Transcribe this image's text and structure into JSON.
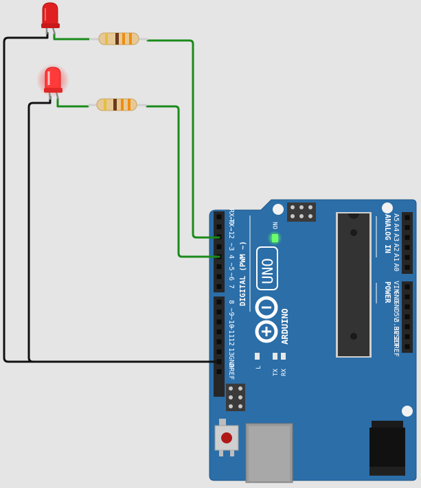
{
  "board": {
    "model": "UNO",
    "brand": "ARDUINO",
    "on_label": "ON",
    "l_label": "L",
    "tx_label": "TX",
    "rx_label": "RX",
    "digital_header_label": "DIGITAL (PWM ~)",
    "analog_header_label": "ANALOG IN",
    "power_header_label": "POWER",
    "colors": {
      "board": "#2b6ea8",
      "header": "#262626",
      "power_led": "#6bff6b"
    }
  },
  "digital_pins_top": [
    "RX←0",
    "TX→1",
    "2",
    "~3",
    "4",
    "~5",
    "~6",
    "7"
  ],
  "digital_pins_bottom": [
    "8",
    "~9",
    "~10",
    "~11",
    "12",
    "13",
    "GND",
    "AREF"
  ],
  "analog_pins": [
    "A5",
    "A4",
    "A3",
    "A2",
    "A1",
    "A0"
  ],
  "power_pins": [
    "VIN",
    "GND",
    "GND",
    "5V",
    "3.3V",
    "RESET",
    "IOREF"
  ],
  "leds": [
    {
      "name": "led-1",
      "color": "#e02020",
      "lit": false
    },
    {
      "name": "led-2",
      "color": "#ff3030",
      "lit": true
    }
  ],
  "wire_colors": {
    "signal": "#1a8a1a",
    "ground": "#111111"
  }
}
